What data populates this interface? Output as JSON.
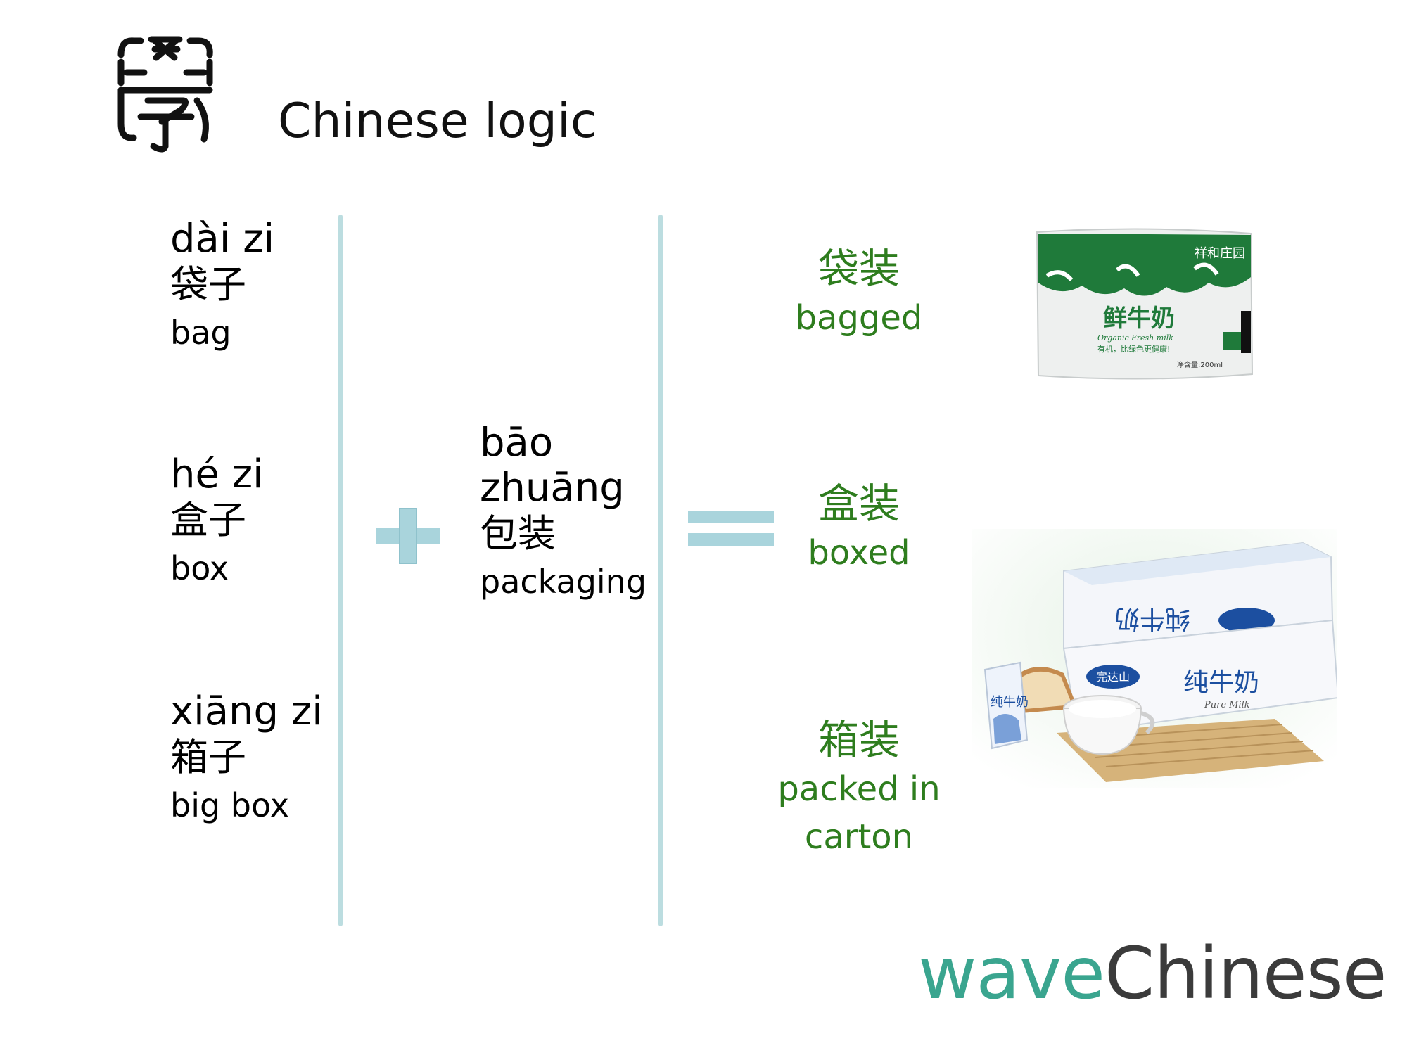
{
  "title": "Chinese logic",
  "left_column": [
    {
      "pinyin": "dài zi",
      "hanzi": "袋子",
      "english": "bag"
    },
    {
      "pinyin": "hé zi",
      "hanzi": "盒子",
      "english": "box"
    },
    {
      "pinyin": "xiāng zi",
      "hanzi": "箱子",
      "english": "big box"
    }
  ],
  "middle": {
    "pinyin_1": "bāo",
    "pinyin_2": "zhuāng",
    "hanzi": "包装",
    "english": "packaging"
  },
  "results": [
    {
      "hanzi": "袋装",
      "english": "bagged"
    },
    {
      "hanzi": "盒装",
      "english": "boxed"
    },
    {
      "hanzi": "箱装",
      "english_1": "packed in",
      "english_2": "carton"
    }
  ],
  "bag_image": {
    "brand_text": "鲜牛奶",
    "sub_text": "Organic Fresh milk",
    "volume": "净含量:200ml"
  },
  "box_image": {
    "brand_text": "纯牛奶",
    "sub_text": "Pure Milk",
    "maker": "完达山"
  },
  "brand": {
    "part1": "wave",
    "part2": "Chinese"
  },
  "colors": {
    "accent_green": "#2e7d1e",
    "line": "#bcdde0",
    "brand_teal": "#3aa58f"
  }
}
